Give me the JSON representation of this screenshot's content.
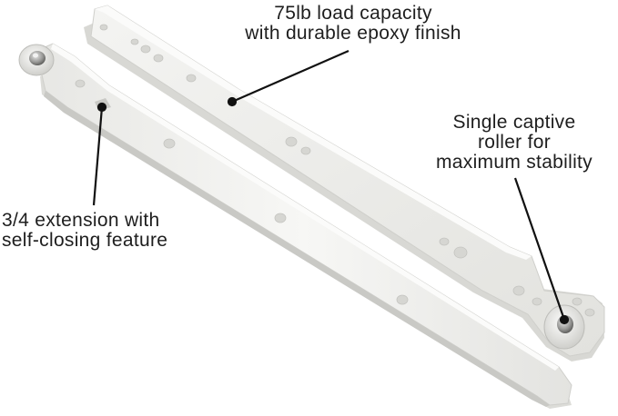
{
  "callouts": {
    "load_capacity": {
      "line1": "75lb load capacity",
      "line2": "with durable epoxy finish"
    },
    "roller": {
      "line1": "Single captive",
      "line2": "roller for",
      "line3": "maximum stability"
    },
    "extension": {
      "line1": "3/4 extension with",
      "line2": "self-closing feature"
    }
  },
  "colors": {
    "rail_face": "#f2f2f0",
    "rail_edge": "#d4d4d1",
    "rail_shadow": "#bdbdb9",
    "hole": "#dcdcd8",
    "text": "#1e1e1e"
  }
}
